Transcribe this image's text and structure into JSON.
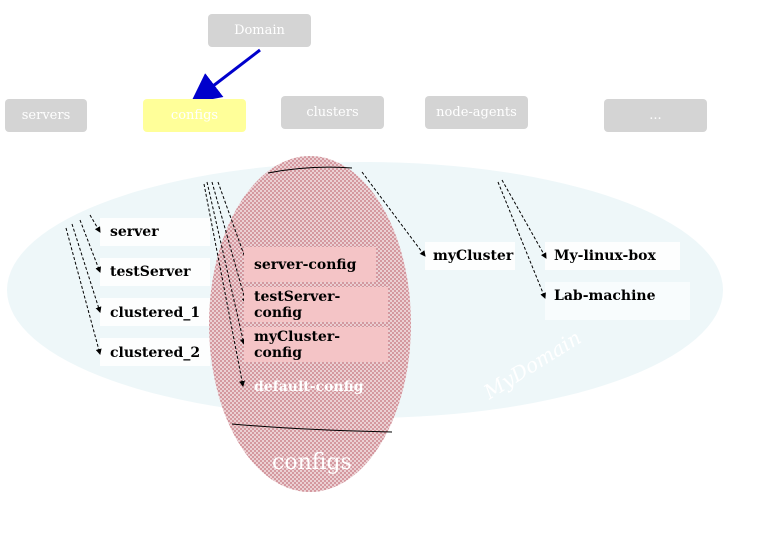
{
  "top": {
    "domain_label": "Domain"
  },
  "level2": {
    "servers": "servers",
    "configs": "configs",
    "clusters": "clusters",
    "node_agents": "node-agents",
    "more": "..."
  },
  "servers_list": [
    "server",
    "testServer",
    "clustered_1",
    "clustered_2"
  ],
  "configs_list": [
    "server-config",
    "testServer-config",
    "myCluster-config"
  ],
  "default_config": "default-config",
  "clusters_list": [
    "myCluster"
  ],
  "node_agents_list": [
    "My-linux-box",
    "Lab-machine"
  ],
  "ellipse_label": "configs",
  "domain_watermark": "MyDomain",
  "colors": {
    "highlight": "#ffff99",
    "arrow": "#0000cc",
    "config_box": "#f4c4c6",
    "domain_ellipse": "#eef7f9",
    "config_ellipse": "#e0a5ab"
  }
}
